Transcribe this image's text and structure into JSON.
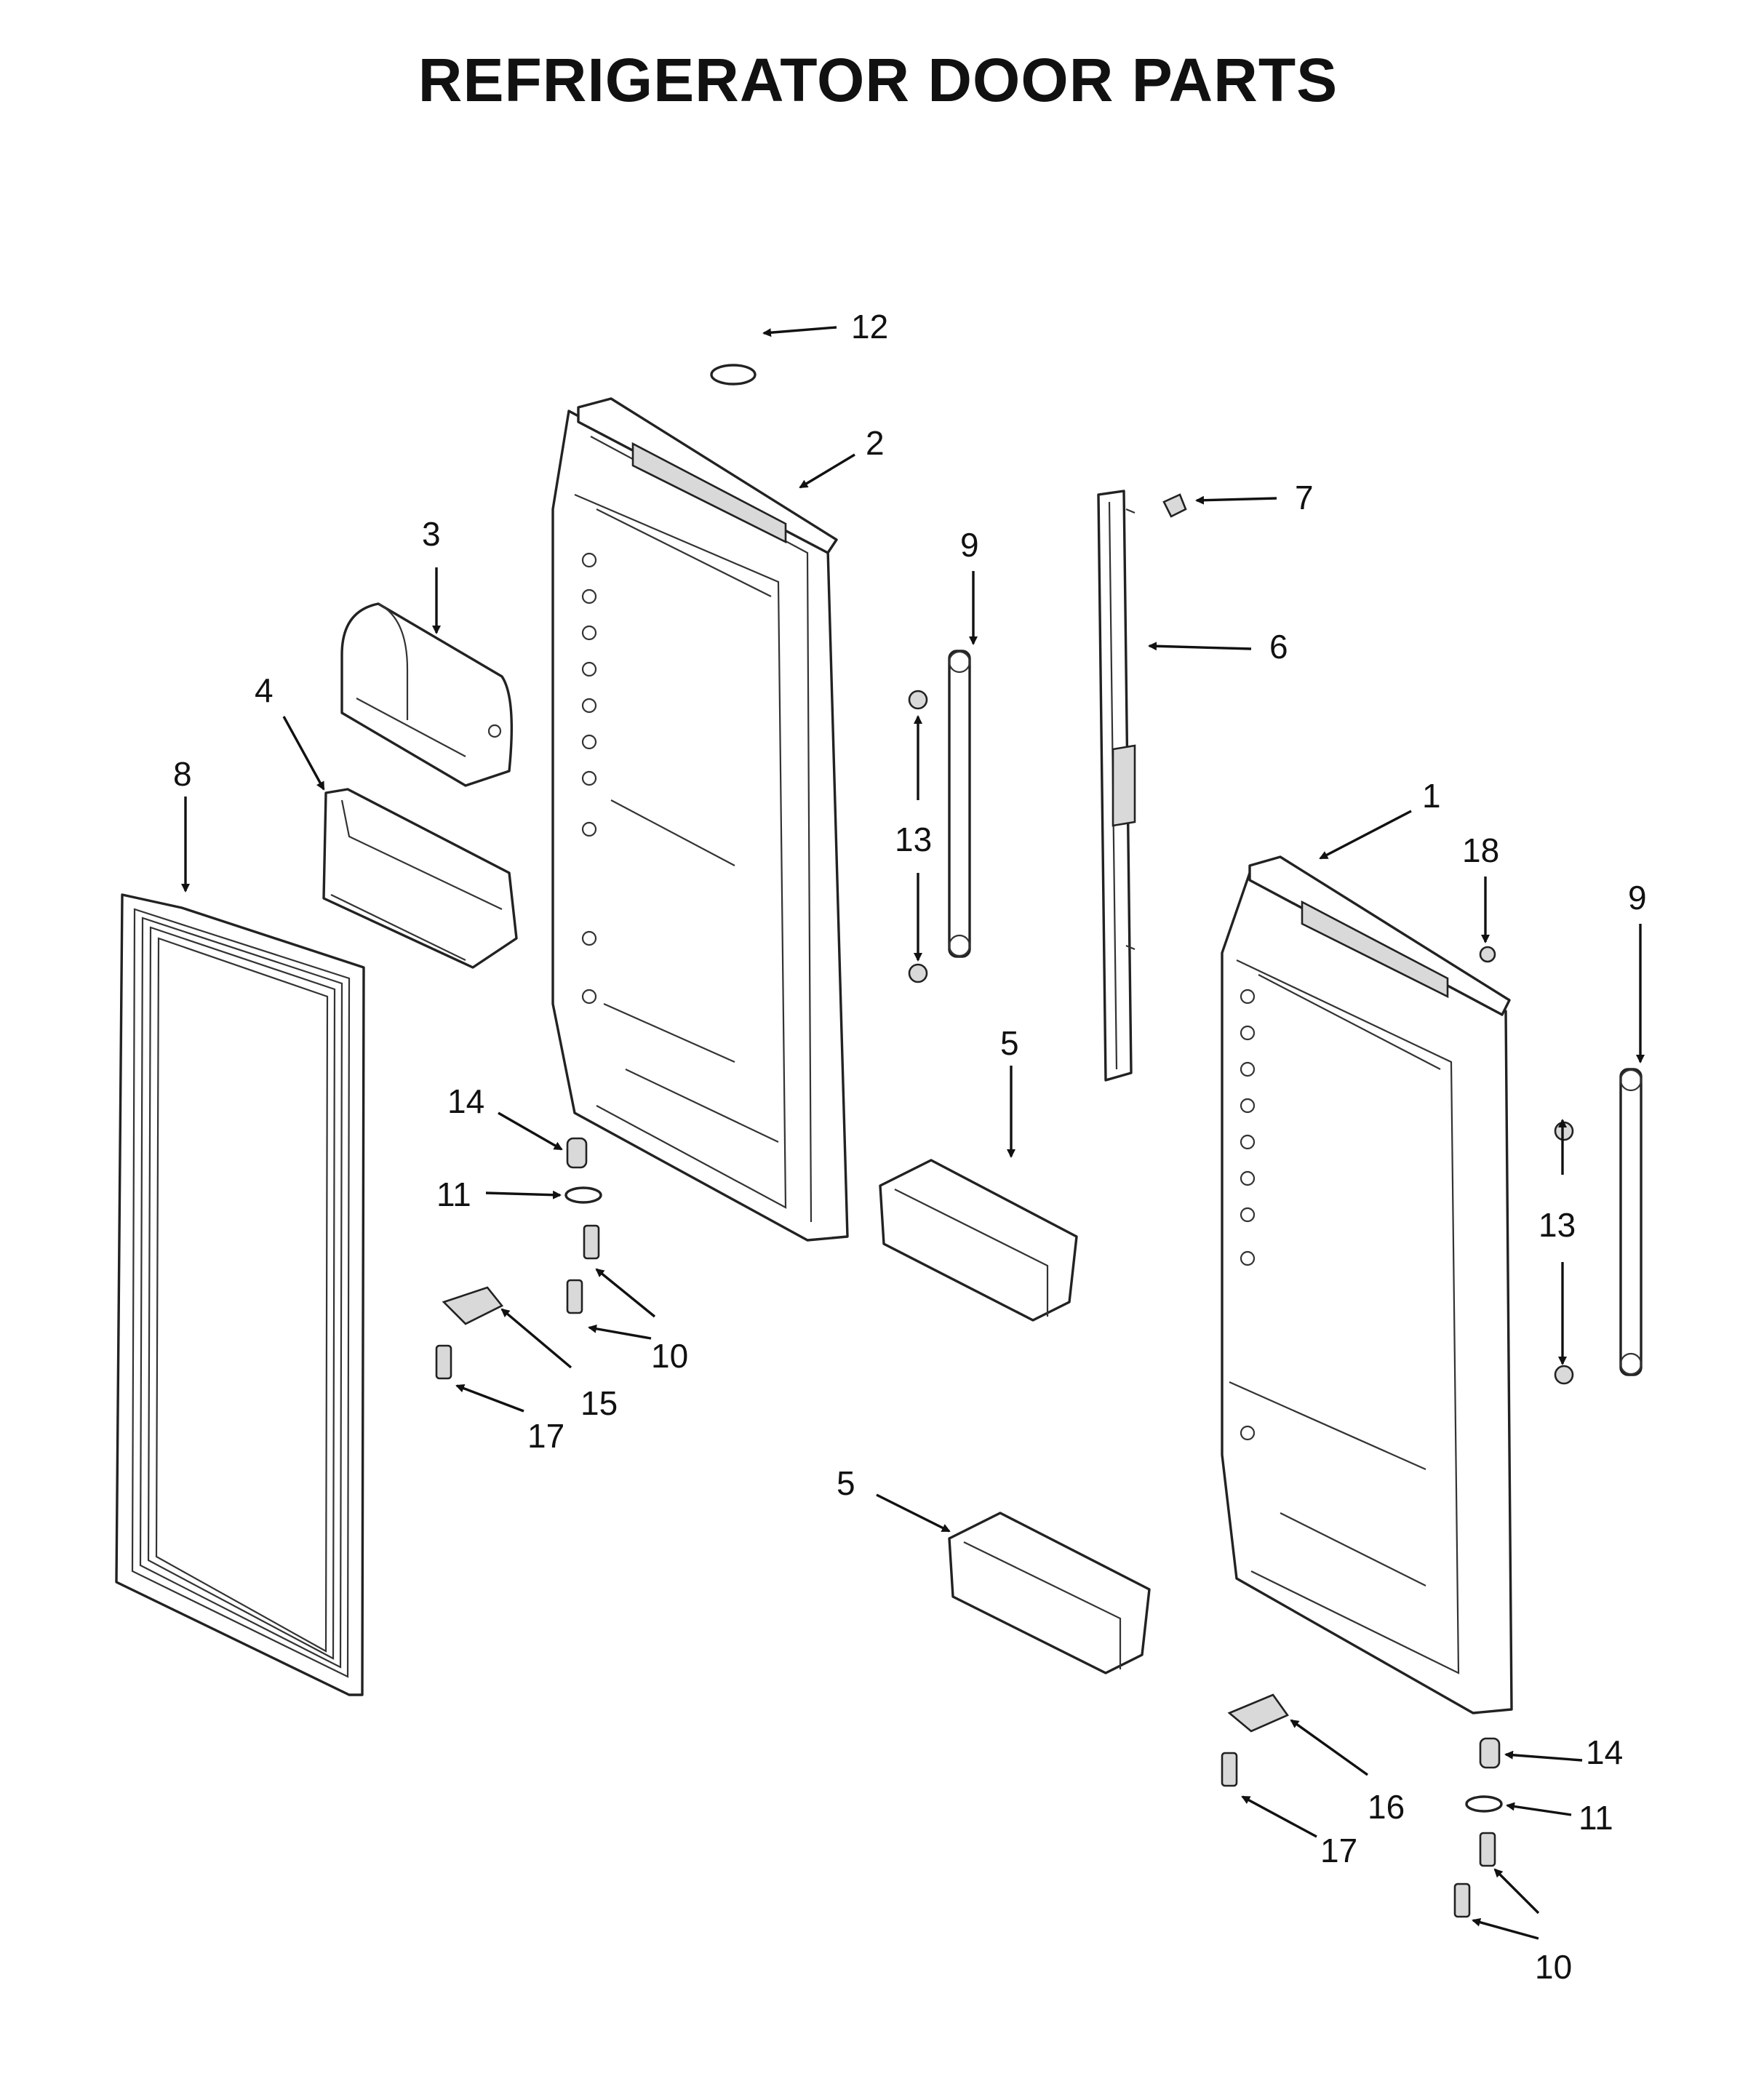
{
  "title": "REFRIGERATOR DOOR PARTS",
  "callouts": {
    "c1": "1",
    "c2": "2",
    "c3": "3",
    "c4": "4",
    "c5a": "5",
    "c5b": "5",
    "c6": "6",
    "c7": "7",
    "c8": "8",
    "c9a": "9",
    "c9b": "9",
    "c10a": "10",
    "c10b": "10",
    "c11a": "11",
    "c11b": "11",
    "c12": "12",
    "c13a": "13",
    "c13b": "13",
    "c14a": "14",
    "c14b": "14",
    "c15": "15",
    "c16": "16",
    "c17a": "17",
    "c17b": "17",
    "c18": "18"
  }
}
